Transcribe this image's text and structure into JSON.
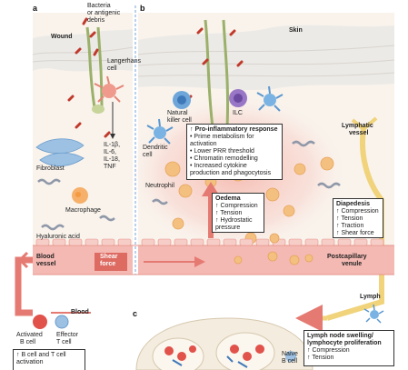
{
  "panels": {
    "a": "a",
    "b": "b",
    "c": "c"
  },
  "labels": {
    "bacteria": "Bacteria",
    "bacteria2": "or antigenic",
    "bacteria3": "debris",
    "wound": "Wound",
    "skin": "Skin",
    "langerhans1": "Langerhans",
    "langerhans2": "cell",
    "cyt1": "IL-1β,",
    "cyt2": "IL-6,",
    "cyt3": "IL-18,",
    "cyt4": "TNF",
    "fibroblast": "Fibroblast",
    "macrophage": "Macrophage",
    "hyaluronic": "Hyaluronic acid",
    "blood_vessel1": "Blood",
    "blood_vessel2": "vessel",
    "shear1": "Shear",
    "shear2": "force",
    "nk1": "Natural",
    "nk2": "killer cell",
    "ilc": "ILC",
    "dendritic1": "Dendritic",
    "dendritic2": "cell",
    "neutrophil": "Neutrophil",
    "lymph_vessel1": "Lymphatic",
    "lymph_vessel2": "vessel",
    "postcap1": "Postcapillary",
    "postcap2": "venule",
    "lymph": "Lymph",
    "blood": "Blood",
    "activated1": "Activated",
    "activated2": "B cell",
    "effector1": "Effector",
    "effector2": "T cell",
    "naive1": "Naive",
    "naive2": "B cell"
  },
  "boxes": {
    "pro": {
      "title": "↑ Pro-inflammatory response",
      "lines": [
        "• Prime metabolism for",
        "  activation",
        "• Lower PRR threshold",
        "• Chromatin remodelling",
        "• Increased cytokine",
        "  production and phagocytosis"
      ]
    },
    "oedema": {
      "title": "Oedema",
      "lines": [
        "↑ Compression",
        "↑ Tension",
        "↑ Hydrostatic",
        "   pressure"
      ]
    },
    "diapedesis": {
      "title": "Diapedesis",
      "lines": [
        "↑ Compression",
        "↑ Tension",
        "↑ Traction",
        "↑ Shear force"
      ]
    },
    "lymphnode": {
      "title": "Lymph node swelling/",
      "title2": "lymphocyte proliferation",
      "lines": [
        "↑ Compression",
        "↑ Tension"
      ]
    },
    "bt": {
      "lines": [
        "↑ B cell and T cell",
        "   activation"
      ]
    }
  },
  "colors": {
    "arrow": "#e57a72",
    "vessel": "#f4b9b3",
    "vessel_dark": "#dd6b62",
    "lymph_vessel": "#f0d37a",
    "skin": "#eceae6",
    "dermis": "#f7efe6",
    "glow": "#f6c8c0"
  }
}
